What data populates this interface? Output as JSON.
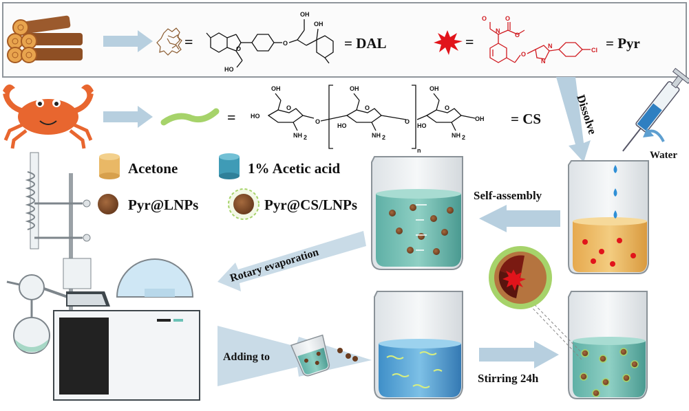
{
  "top_row": {
    "dal_label": "= DAL",
    "pyr_label": "= Pyr",
    "eq1": "=",
    "eq2": "=",
    "dal_atoms": {
      "oh1": "OH",
      "oh2": "OH",
      "ho": "HO",
      "o1": "O",
      "o2": "O"
    },
    "pyr_atoms": {
      "o1": "O",
      "o2": "O",
      "n1": "N",
      "o3": "O",
      "o4": "O",
      "n2": "N",
      "n3": "N",
      "cl": "Cl"
    }
  },
  "cs_row": {
    "cs_label": "= CS",
    "eq": "=",
    "atoms": {
      "oh_a": "OH",
      "oh_b": "OH",
      "oh_c": "OH",
      "ho_a": "HO",
      "ho_b": "HO",
      "ho_c": "HO",
      "nh2_a": "NH",
      "nh2_b": "NH",
      "nh2_c": "NH",
      "sub2": "2",
      "o_a": "O",
      "o_b": "O",
      "o_c": "O",
      "o_d": "O",
      "o_e": "O",
      "oh_end": "OH",
      "n_sub": "n"
    }
  },
  "legend": {
    "acetone": "Acetone",
    "acetic": "1% Acetic acid",
    "pyr_lnps": "Pyr@LNPs",
    "pyr_cs_lnps": "Pyr@CS/LNPs"
  },
  "steps": {
    "dissolve": "Dissolve",
    "water": "Water",
    "self_assembly": "Self-assembly",
    "rotary": "Rotary evaporation",
    "adding": "Adding to",
    "stirring": "Stirring 24h"
  },
  "colors": {
    "frame": "#9aa0a6",
    "arrow": "#b8d0e0",
    "acetone": "#e9b866",
    "acetic": "#3f9bb6",
    "nanoparticle": "#7a4a2a",
    "pyr": "#e1141b",
    "cs": "#a6d36a"
  }
}
